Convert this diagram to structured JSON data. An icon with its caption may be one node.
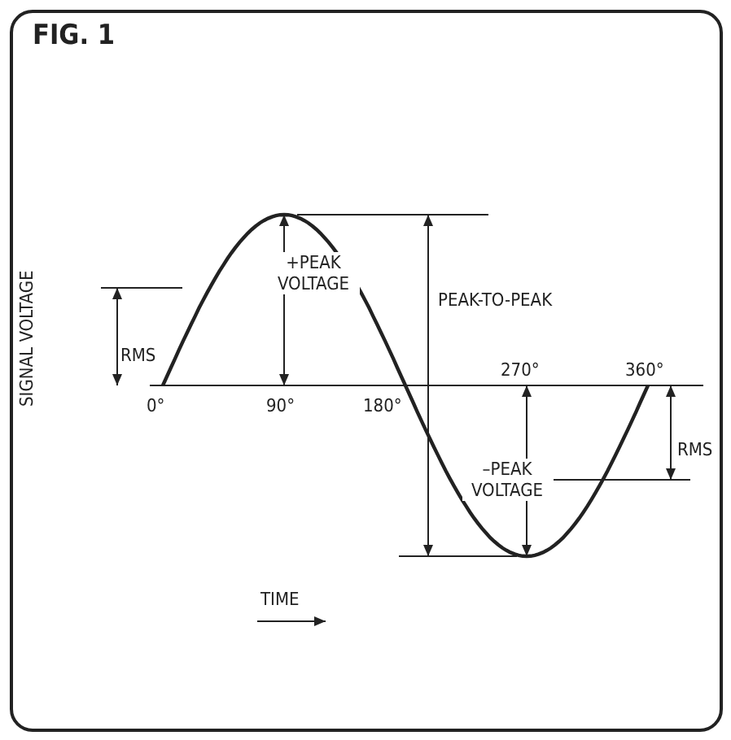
{
  "diagram": {
    "title": "FIG. 1",
    "labels": [
      "SIGNAL VOLTAGE",
      "RMS",
      "+PEAK VOLTAGE",
      "PEAK-TO-PEAK",
      "0°",
      "90°",
      "180°",
      "270°",
      "360°",
      "–PEAK VOLTAGE",
      "RMS",
      "TIME"
    ]
  }
}
